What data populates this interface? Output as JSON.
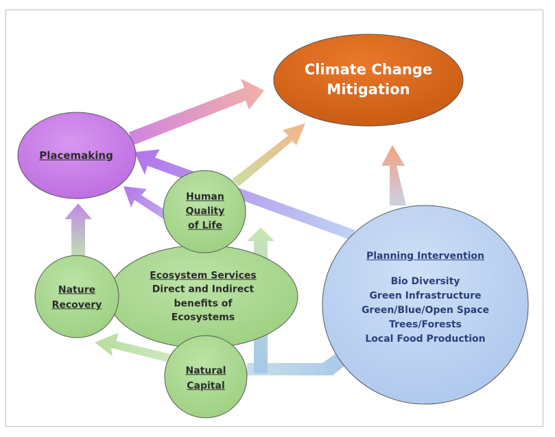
{
  "nodes": {
    "climate": {
      "line1": "Climate Change",
      "line2": "Mitigation"
    },
    "placemaking": {
      "title": "Placemaking"
    },
    "human_quality": {
      "line1": "Human",
      "line2": "Quality",
      "line3": "of Life"
    },
    "nature_recovery": {
      "line1": "Nature",
      "line2": "Recovery"
    },
    "ecosystem": {
      "title": "Ecosystem Services",
      "line1": "Direct and Indirect",
      "line2": "benefits of",
      "line3": "Ecosystems"
    },
    "natural_capital": {
      "line1": "Natural",
      "line2": "Capital"
    },
    "planning": {
      "title": "Planning Intervention",
      "items": [
        "Bio Diversity",
        "Green Infrastructure",
        "Green/Blue/Open Space",
        "Trees/Forests",
        "Local Food Production"
      ]
    }
  },
  "colors": {
    "climate": "#d8661a",
    "placemaking": "#c472e6",
    "green": "#a9d890",
    "planning": "#b9d2f2"
  }
}
